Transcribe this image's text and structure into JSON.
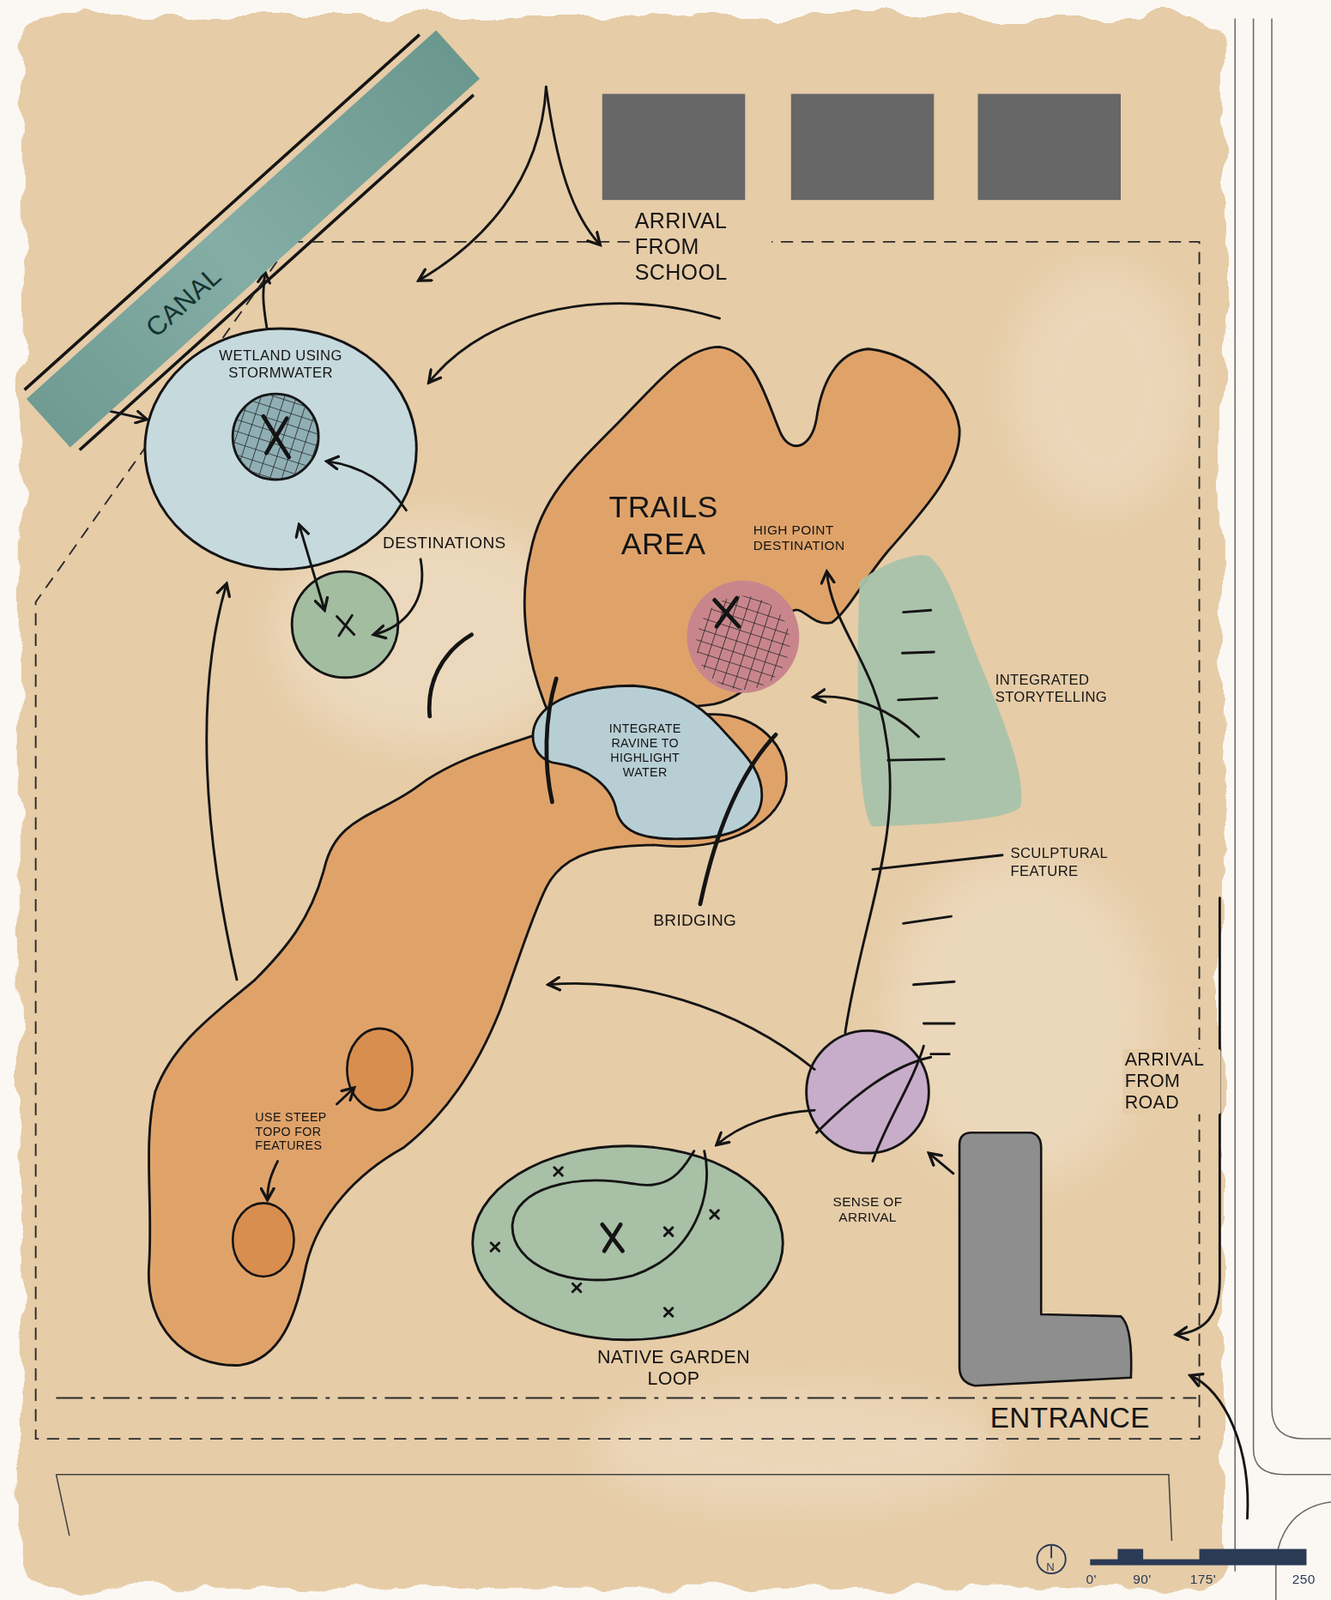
{
  "diagram": {
    "nodes": [
      {
        "text": [
          "CANAL"
        ]
      },
      {
        "text": [
          "WETLAND USING STORMWATER"
        ]
      },
      {
        "text": [
          "TRAILS AREA"
        ]
      },
      {
        "text": [
          "INTEGRATE RAVINE TO HIGHLIGHT WATER"
        ]
      }
    ],
    "edges": [
      {
        "from": 0,
        "to": 1,
        "arrow": "to"
      },
      {
        "from": 1,
        "to": 0,
        "arrow": "to"
      }
    ],
    "labels": [
      "ARRIVAL FROM SCHOOL",
      "DESTINATIONS",
      "HIGH POINT DESTINATION",
      "INTEGRATED STORYTELLING",
      "SCULPTURAL FEATURE",
      "BRIDGING",
      "ARRIVAL FROM ROAD",
      "USE STEEP TOPO FOR FEATURES",
      "SENSE OF ARRIVAL",
      "NATIVE GARDEN LOOP",
      "ENTRANCE",
      "N",
      "0'",
      "90'",
      "175'",
      "250"
    ]
  }
}
